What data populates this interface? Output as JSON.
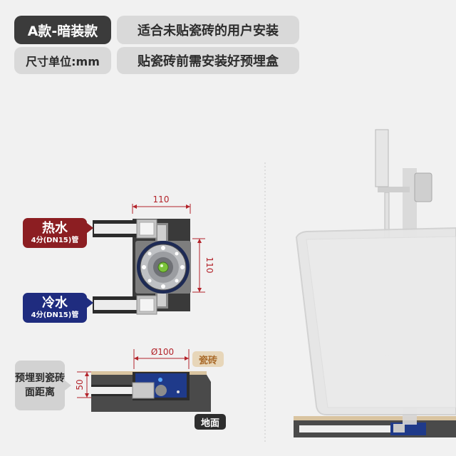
{
  "header": {
    "title": "A款-暗装款",
    "desc1": "适合未贴瓷砖的用户安装",
    "unit": "尺寸单位:mm",
    "desc2": "贴瓷砖前需安装好预埋盒"
  },
  "front_view": {
    "width_label": "110",
    "height_label": "110",
    "hot": {
      "name": "热水",
      "spec": "4分(DN15)管"
    },
    "cold": {
      "name": "冷水",
      "spec": "4分(DN15)管"
    }
  },
  "section_view": {
    "diameter_label": "Ø100",
    "depth_label": "50",
    "depth_note": "预埋到瓷砖面距离",
    "tile_label": "瓷砖",
    "floor_label": "地面"
  },
  "colors": {
    "hot": "#8c1e22",
    "cold": "#1f2c7f",
    "dimension": "#b3232a",
    "box": "#3a3a3a"
  }
}
